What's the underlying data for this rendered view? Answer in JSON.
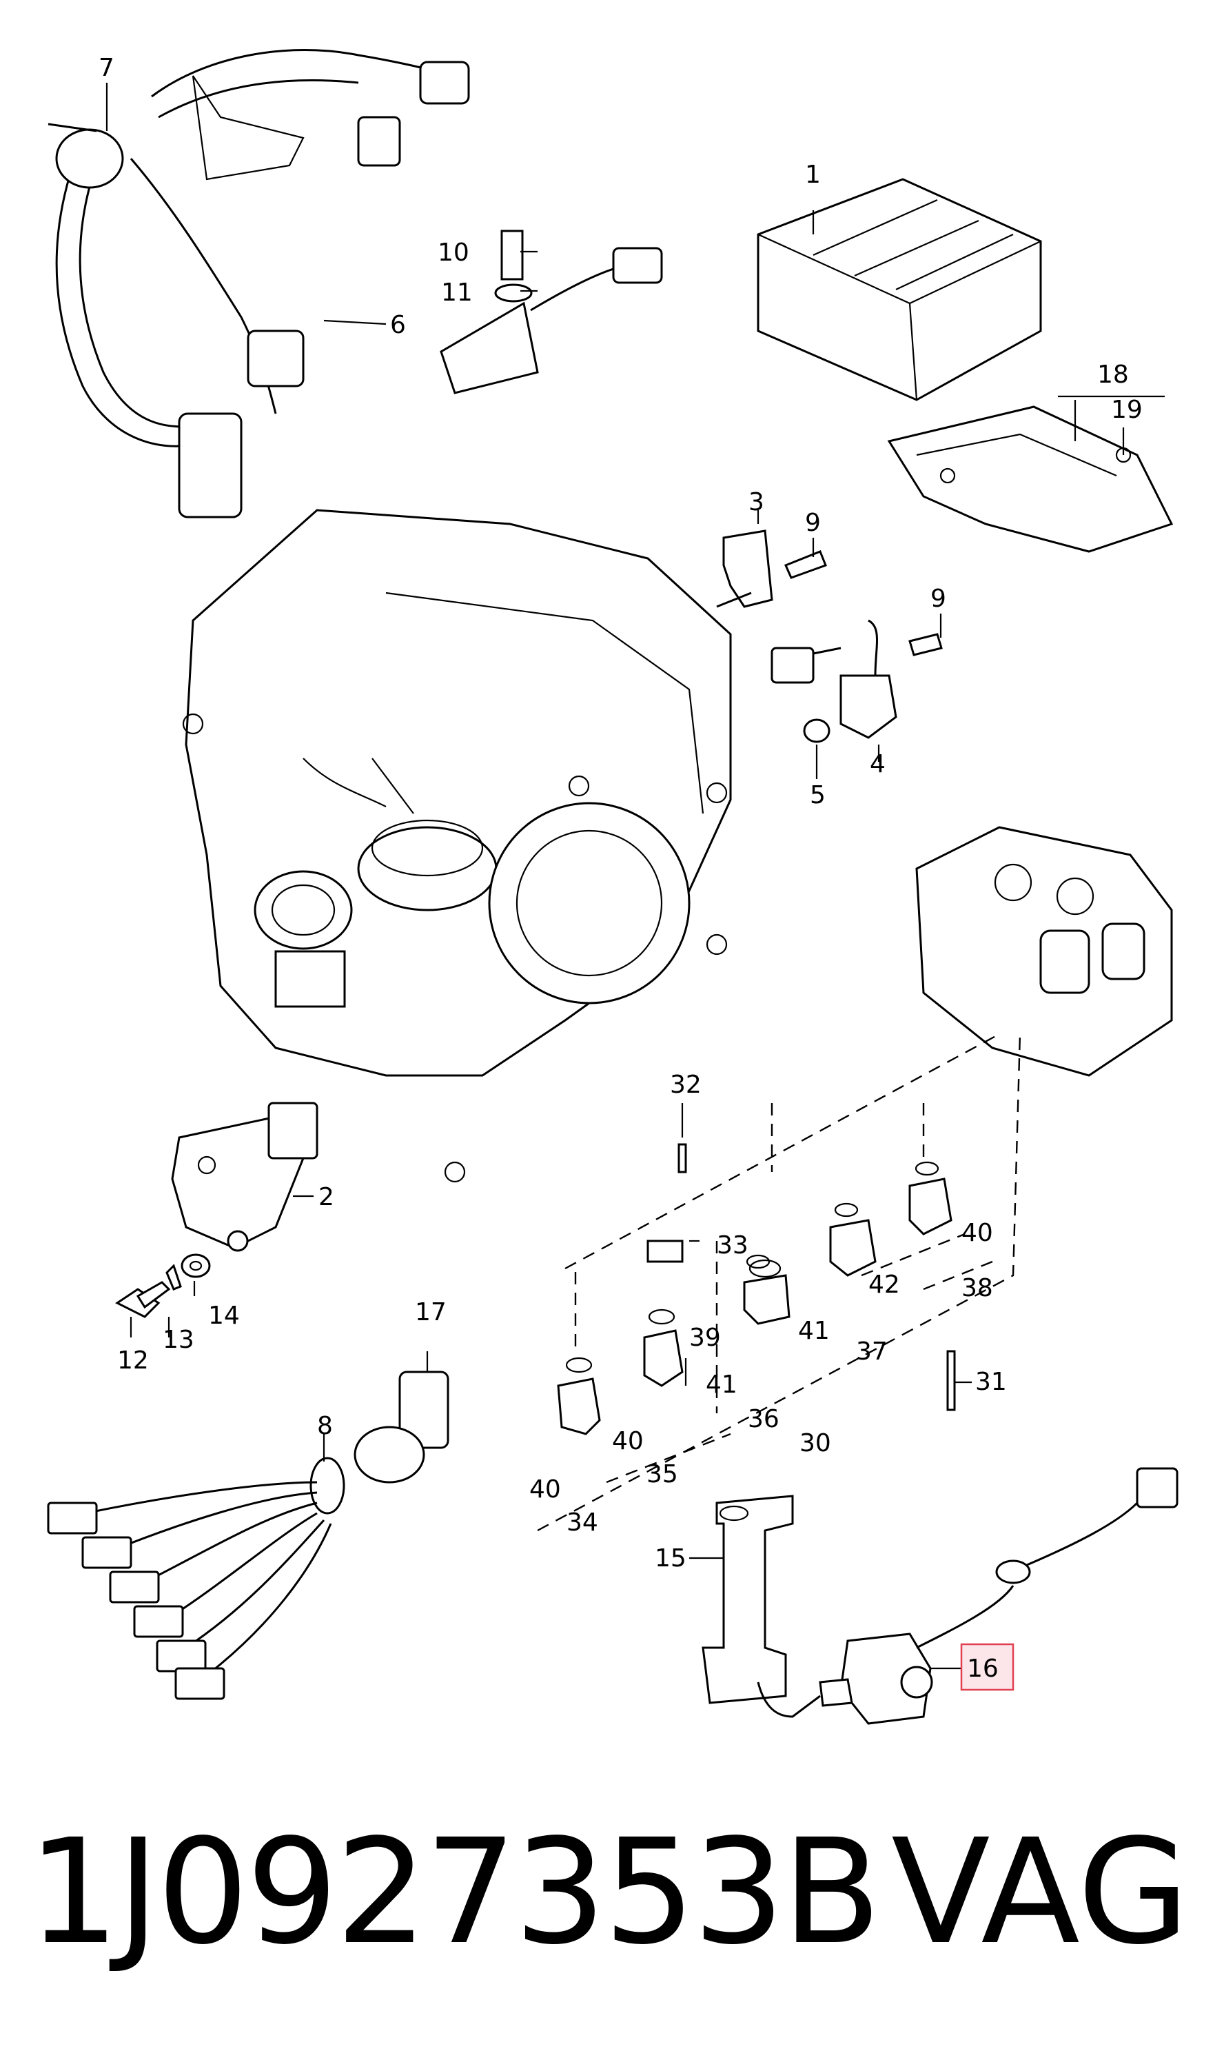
{
  "callouts": {
    "c1": "1",
    "c2": "2",
    "c3": "3",
    "c4": "4",
    "c5": "5",
    "c6": "6",
    "c7": "7",
    "c8": "8",
    "c9a": "9",
    "c9b": "9",
    "c10": "10",
    "c11": "11",
    "c12": "12",
    "c13": "13",
    "c14": "14",
    "c15": "15",
    "c16": "16",
    "c17": "17",
    "c18": "18",
    "c19": "19",
    "c30": "30",
    "c31": "31",
    "c32": "32",
    "c33": "33",
    "c34": "34",
    "c35": "35",
    "c36": "36",
    "c37": "37",
    "c38": "38",
    "c39": "39",
    "c40a": "40",
    "c40b": "40",
    "c40c": "40",
    "c41a": "41",
    "c41b": "41",
    "c42": "42"
  },
  "highlight": {
    "part": "16",
    "color": "#e04050",
    "fill": "#fde6ea"
  },
  "footer": {
    "part_number": "1J0927353B",
    "brand": "VAG"
  }
}
